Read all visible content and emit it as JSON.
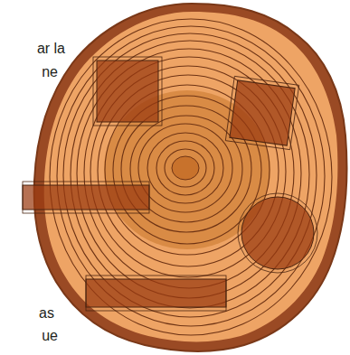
{
  "diagram": {
    "labels": [
      "ar la",
      "ne",
      "as",
      "ue"
    ]
  }
}
